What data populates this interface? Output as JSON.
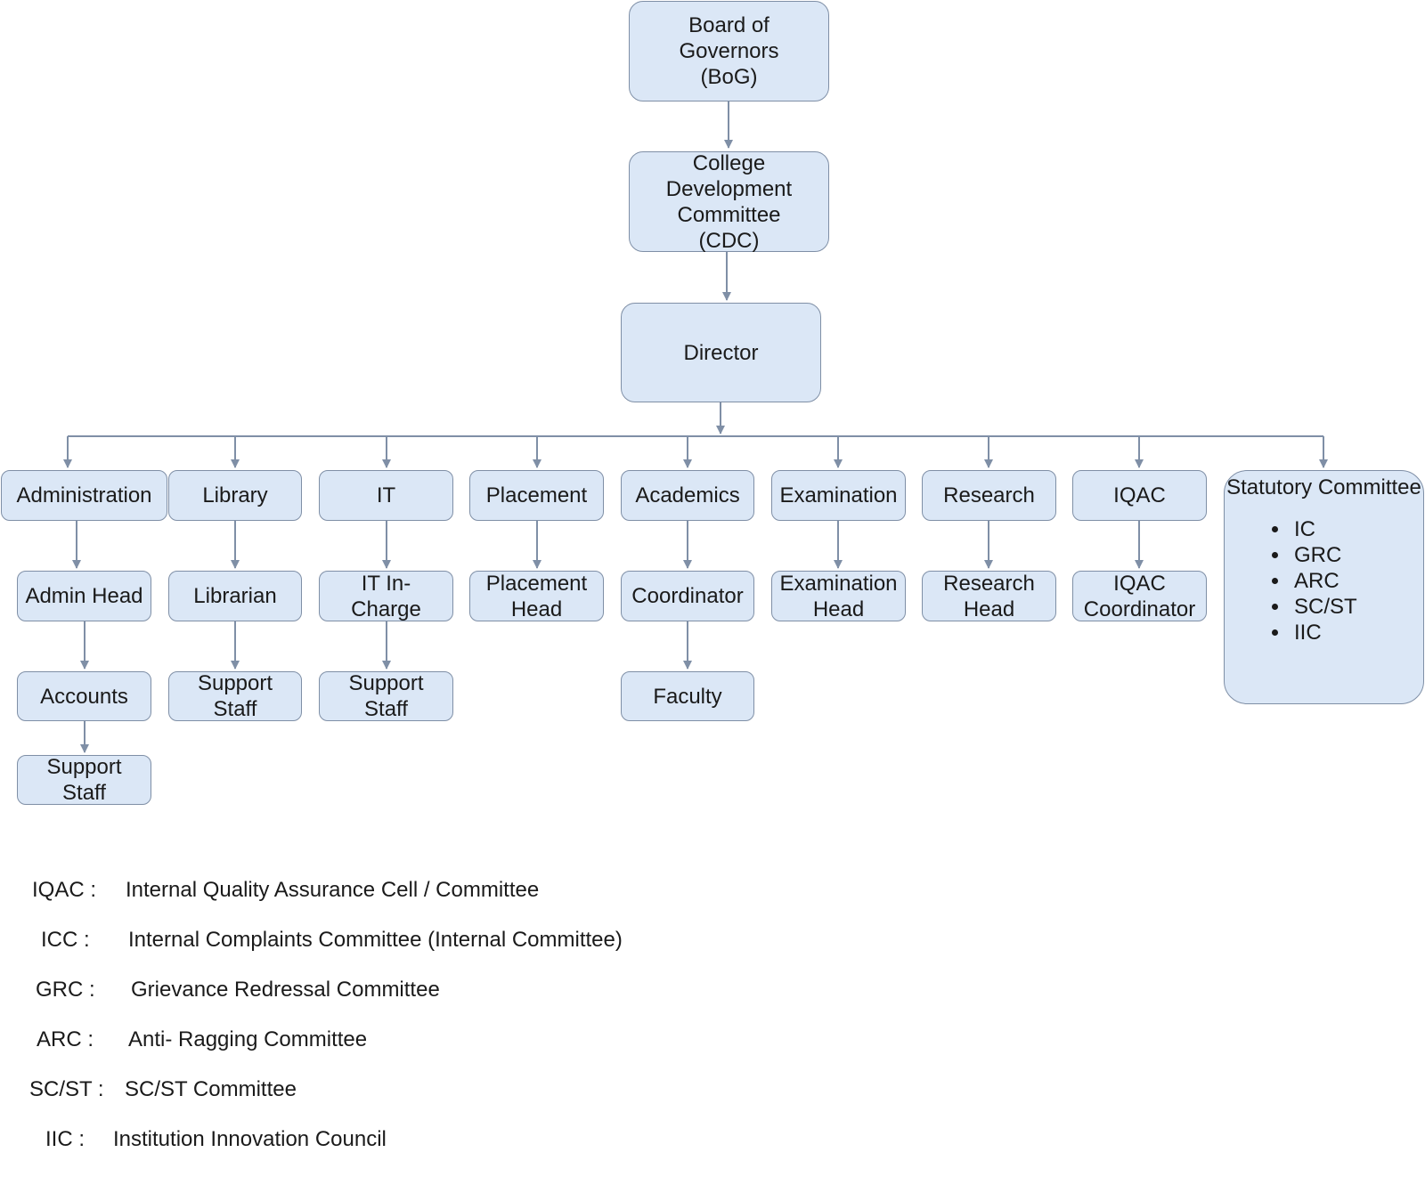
{
  "chart": {
    "bog": "Board of Governors (BoG)",
    "cdc": "College Development Committee (CDC)",
    "director": "Director",
    "departments": {
      "administration": "Administration",
      "library": "Library",
      "it": "IT",
      "placement": "Placement",
      "academics": "Academics",
      "examination": "Examination",
      "research": "Research",
      "iqac": "IQAC"
    },
    "roles": {
      "admin_head": "Admin Head",
      "accounts": "Accounts",
      "admin_support_staff": "Support Staff",
      "librarian": "Librarian",
      "library_support_staff": "Support Staff",
      "it_incharge": "IT In-Charge",
      "it_support_staff": "Support Staff",
      "placement_head": "Placement Head",
      "coordinator": "Coordinator",
      "faculty": "Faculty",
      "examination_head": "Examination Head",
      "research_head": "Research Head",
      "iqac_coordinator": "IQAC Coordinator"
    },
    "statutory": {
      "title": "Statutory Committee",
      "items": [
        "IC",
        "GRC",
        "ARC",
        "SC/ST",
        "IIC"
      ]
    }
  },
  "legend": [
    {
      "abbr": "IQAC :",
      "desc": "Internal Quality Assurance Cell / Committee"
    },
    {
      "abbr": "ICC :",
      "desc": "Internal Complaints Committee (Internal Committee)"
    },
    {
      "abbr": "GRC :",
      "desc": "Grievance Redressal Committee"
    },
    {
      "abbr": "ARC :",
      "desc": "Anti- Ragging Committee"
    },
    {
      "abbr": "SC/ST :",
      "desc": "SC/ST Committee"
    },
    {
      "abbr": "IIC :",
      "desc": "Institution Innovation Council"
    }
  ]
}
